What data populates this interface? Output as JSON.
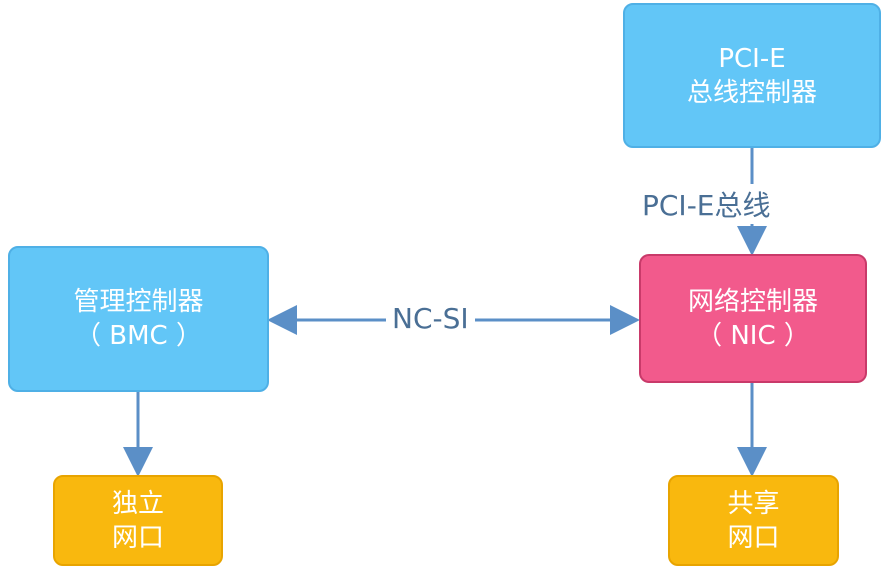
{
  "nodes": {
    "pcie_controller": {
      "line1": "PCI-E",
      "line2": "总线控制器"
    },
    "bmc": {
      "line1": "管理控制器",
      "line2": "（ BMC ）"
    },
    "nic": {
      "line1": "网络控制器",
      "line2": "（ NIC ）"
    },
    "dedicated_port": {
      "line1": "独立",
      "line2": "网口"
    },
    "shared_port": {
      "line1": "共享",
      "line2": "网口"
    }
  },
  "edges": {
    "pcie_bus_label": "PCI-E总线",
    "ncsi_label": "NC-SI"
  },
  "colors": {
    "blue": "#62c6f7",
    "pink": "#f25a8c",
    "gold": "#f9b80e",
    "arrow": "#5b8fc7"
  }
}
